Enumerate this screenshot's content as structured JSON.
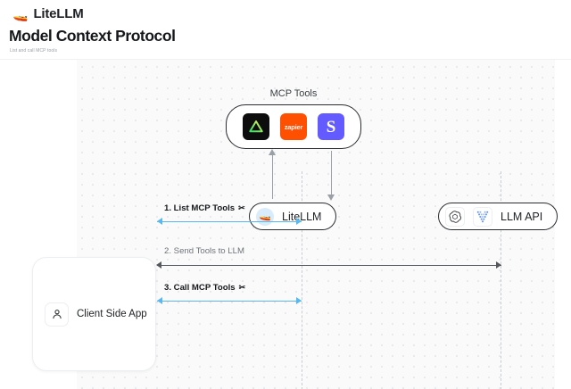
{
  "header": {
    "brand_logo": "🚤",
    "brand_name": "LiteLLM",
    "title": "Model Context Protocol",
    "subtitle": "List and call MCP tools"
  },
  "canvas": {
    "tools_group": {
      "title": "MCP Tools",
      "tools": [
        {
          "name": "linear-tool-icon",
          "label": "",
          "color": "#0d0d0d"
        },
        {
          "name": "zapier-tool-icon",
          "label": "zapier",
          "color": "#ff4f00"
        },
        {
          "name": "stripe-tool-icon",
          "label": "S",
          "color": "#635bff"
        }
      ]
    },
    "nodes": {
      "litellm": {
        "label": "LiteLLM",
        "avatar": "🚤"
      },
      "llm_api": {
        "label": "LLM API",
        "icons": [
          "openai-icon",
          "vertex-ai-icon"
        ]
      },
      "client": {
        "label": "Client Side App",
        "icon": "user-icon"
      }
    },
    "messages": [
      {
        "label": "1. List MCP Tools",
        "glyph": "✂",
        "color": "#5ab8f0",
        "direction": "both",
        "style": "solid"
      },
      {
        "label": "2. Send Tools to LLM",
        "glyph": "",
        "color": "#70757a",
        "direction": "left",
        "style": "solid"
      },
      {
        "label": "3. Call MCP Tools",
        "glyph": "✂",
        "color": "#5ab8f0",
        "direction": "both",
        "style": "solid"
      }
    ]
  },
  "colors": {
    "accent_blue": "#5ab8f0",
    "gray_line": "#70757a",
    "lifeline": "#c9ccd1",
    "canvas_bg": "#fafafa"
  }
}
